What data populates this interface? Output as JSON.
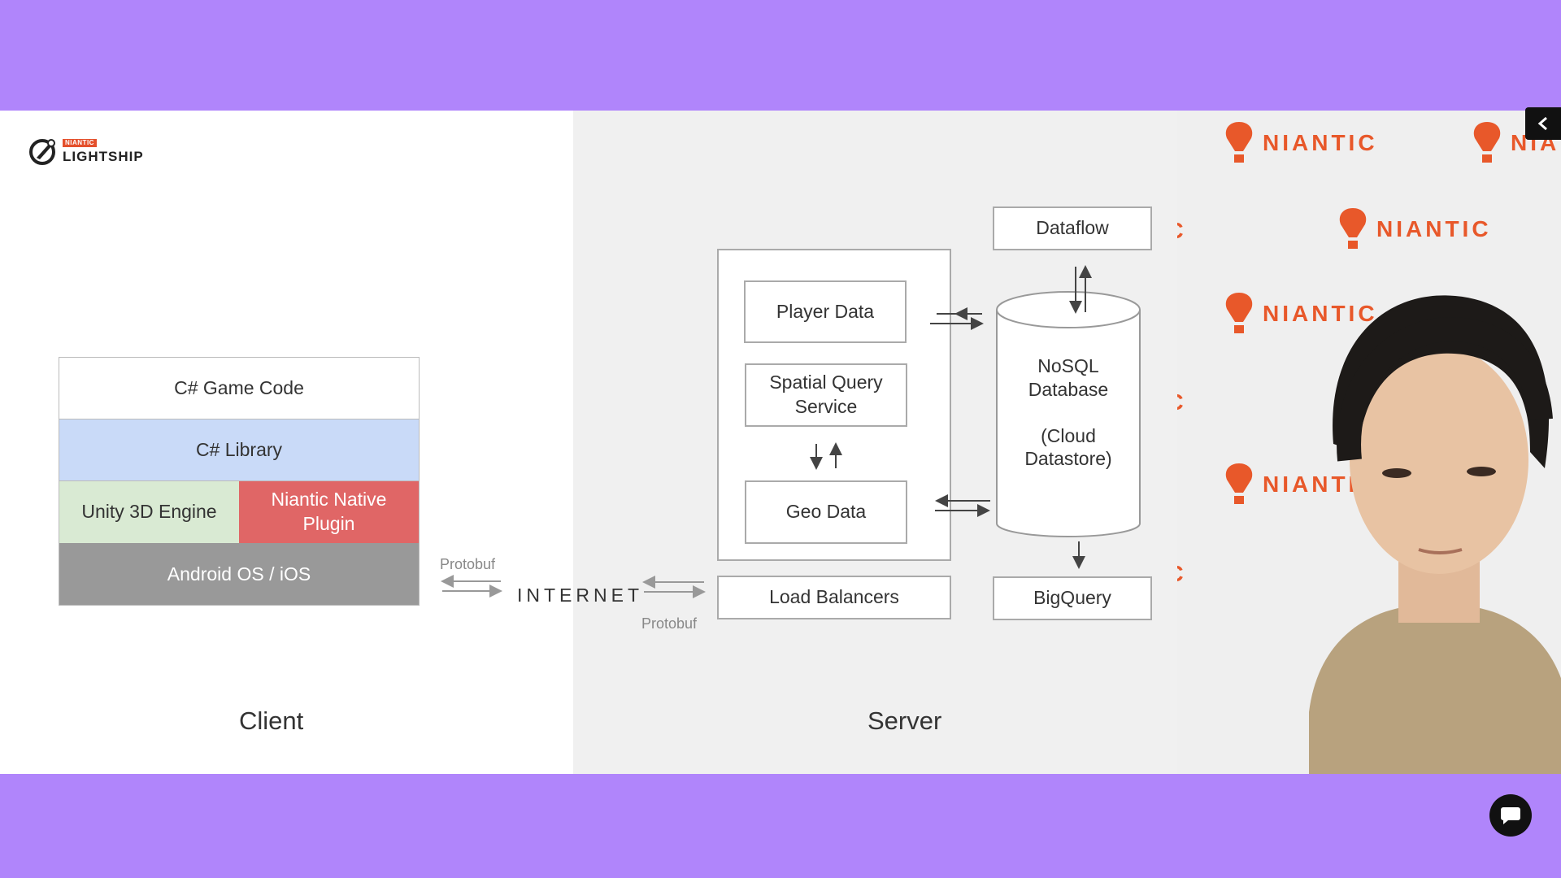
{
  "logo": {
    "small_text": "NIANTIC",
    "name": "LIGHTSHIP"
  },
  "client": {
    "label": "Client",
    "layers": {
      "game_code": "C# Game Code",
      "library": "C# Library",
      "unity": "Unity 3D Engine",
      "native_plugin": "Niantic Native Plugin",
      "os": "Android OS / iOS"
    }
  },
  "network": {
    "protobuf_left": "Protobuf",
    "internet": "INTERNET",
    "protobuf_right": "Protobuf"
  },
  "server": {
    "label": "Server",
    "player_data": "Player Data",
    "spatial_query": "Spatial Query Service",
    "geo_data": "Geo Data",
    "load_balancers": "Load Balancers",
    "dataflow": "Dataflow",
    "database": {
      "line1": "NoSQL",
      "line2": "Database",
      "line3": "(Cloud",
      "line4": "Datastore)"
    },
    "bigquery": "BigQuery"
  },
  "video": {
    "brand_text": "NIANTIC",
    "brand_color": "#e8582a"
  },
  "controls": {
    "collapse_icon": "chevron-left-icon",
    "chat_icon": "chat-bubble-icon"
  },
  "colors": {
    "frame": "#b085fb",
    "library": "#c9daf8",
    "unity": "#d9ead3",
    "native": "#e06666",
    "os": "#999999"
  }
}
